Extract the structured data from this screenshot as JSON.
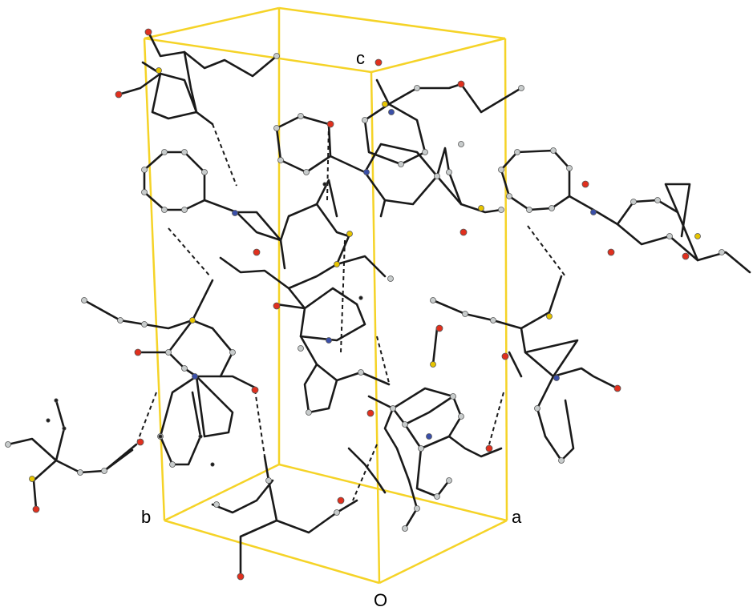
{
  "axis_labels": {
    "a": "a",
    "b": "b",
    "c": "c",
    "origin": "O"
  },
  "colors": {
    "cell": "#f5d327",
    "bond": "#1a1a1a",
    "hbond": "#1a1a1a",
    "carbon": "#c8cccc",
    "oxygen": "#e0301e",
    "nitrogen": "#3a4fa8",
    "sulfur": "#e6c400",
    "hydrogen": "#1a1a1a"
  }
}
